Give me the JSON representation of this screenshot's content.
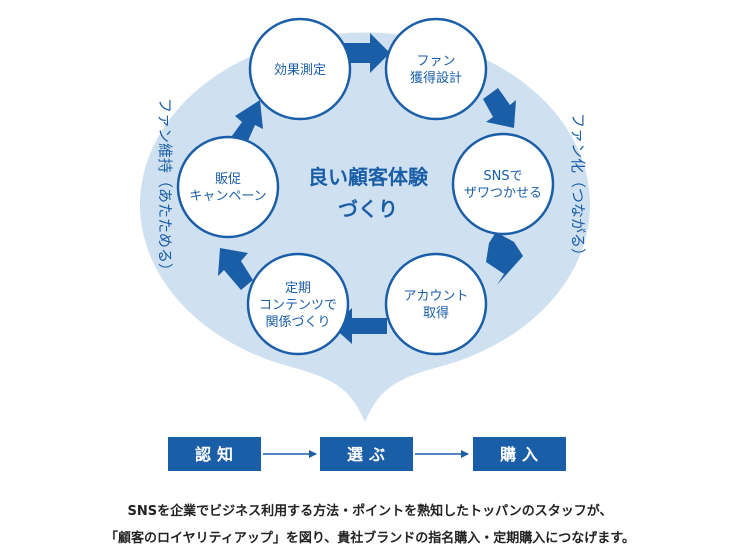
{
  "diagram": {
    "center": {
      "line1": "良い顧客体験",
      "line2": "づくり"
    },
    "nodes": [
      {
        "lines": [
          "効果測定"
        ]
      },
      {
        "lines": [
          "ファン",
          "獲得設計"
        ]
      },
      {
        "lines": [
          "SNSで",
          "ザワつかせる"
        ]
      },
      {
        "lines": [
          "アカウント",
          "取得"
        ]
      },
      {
        "lines": [
          "定期",
          "コンテンツで",
          "関係づくり"
        ]
      },
      {
        "lines": [
          "販促",
          "キャンペーン"
        ]
      }
    ],
    "left_label": "ファン維持（あたためる）",
    "right_label": "ファン化（つながる）",
    "stages": [
      "認知",
      "選ぶ",
      "購入"
    ],
    "colors": {
      "primary": "#1a5ea8",
      "ellipse": "#cfe0f1",
      "stage_fill": "#1a5ea8"
    }
  },
  "caption": {
    "line1": "SNSを企業でビジネス利用する方法・ポイントを熟知したトッパンのスタッフが、",
    "line2": "「顧客のロイヤリティアップ」を図り、貴社ブランドの指名購入・定期購入につなげます。"
  }
}
